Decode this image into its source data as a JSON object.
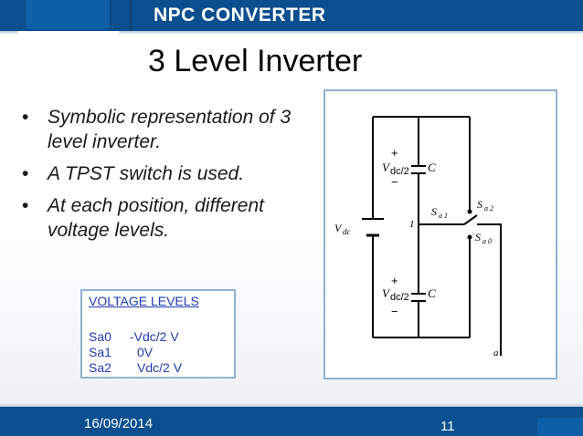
{
  "header": {
    "title": "NPC CONVERTER"
  },
  "slide": {
    "title": "3 Level Inverter",
    "bullets": [
      "Symbolic representation of 3 level inverter.",
      "A TPST switch is used.",
      "At each position, different voltage levels."
    ],
    "bullet_glyph": "•"
  },
  "voltage_box": {
    "heading": "VOLTAGE LEVELS",
    "rows": [
      {
        "state": "Sa0",
        "value": "-Vdc/2 V"
      },
      {
        "state": "Sa1",
        "value": "0V"
      },
      {
        "state": "Sa2",
        "value": "Vdc/2 V"
      }
    ]
  },
  "circuit": {
    "vdc_main": "V",
    "vdc_main_sub": "dc",
    "cap_top_v": "V",
    "cap_top_sub": "dc/2",
    "cap_bot_v": "V",
    "cap_bot_sub": "dc/2",
    "cap_label": "C",
    "plus": "+",
    "minus": "−",
    "node_1": "1",
    "sa": "S",
    "sa1_sub": "a 1",
    "sa2_sub": "a 2",
    "sa0_sub": "a 0",
    "output": "a"
  },
  "footer": {
    "date": "16/09/2014",
    "page": "11"
  },
  "colors": {
    "bar": "#0b4f8f",
    "box_border": "#8fb3d1",
    "box_text": "#1f3bb0"
  }
}
